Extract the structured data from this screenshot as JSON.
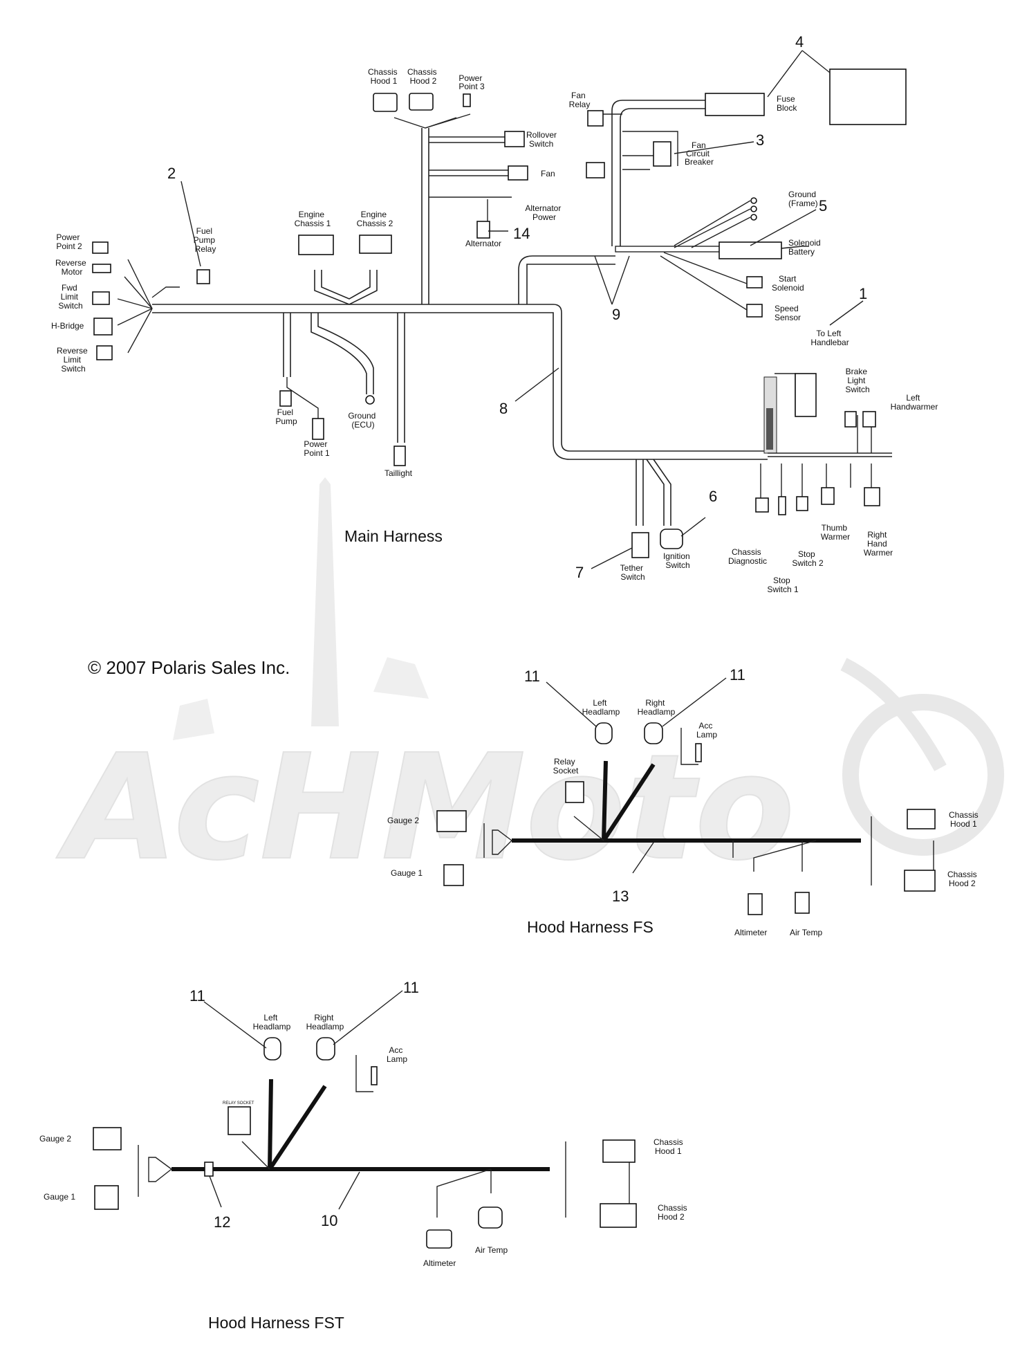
{
  "copyright": "© 2007 Polaris Sales Inc.",
  "watermark": "AcHMoto",
  "main_harness": {
    "title": "Main Harness",
    "labels": {
      "chassis_hood_1": [
        "Chassis",
        "Hood 1"
      ],
      "chassis_hood_2": [
        "Chassis",
        "Hood 2"
      ],
      "power_point_3": [
        "Power",
        "Point 3"
      ],
      "rollover_switch": [
        "Rollover",
        "Switch"
      ],
      "fan": [
        "Fan"
      ],
      "alternator_power": [
        "Alternator",
        "Power"
      ],
      "alternator": [
        "Alternator"
      ],
      "fan_relay": [
        "Fan",
        "Relay"
      ],
      "fuse_block": [
        "Fuse",
        "Block"
      ],
      "fan_circuit_breaker": [
        "Fan",
        "Circuit",
        "Breaker"
      ],
      "ground_frame": [
        "Ground",
        "(Frame)"
      ],
      "solenoid_battery": [
        "Solenoid",
        "Battery"
      ],
      "start_solenoid": [
        "Start",
        "Solenoid"
      ],
      "speed_sensor": [
        "Speed",
        "Sensor"
      ],
      "to_left_handlebar": [
        "To Left",
        "Handlebar"
      ],
      "brake_light_switch": [
        "Brake",
        "Light",
        "Switch"
      ],
      "left_handwarmer": [
        "Left",
        "Handwarmer"
      ],
      "engine_chassis_1": [
        "Engine",
        "Chassis 1"
      ],
      "engine_chassis_2": [
        "Engine",
        "Chassis 2"
      ],
      "fuel_pump_relay": [
        "Fuel",
        "Pump",
        "Relay"
      ],
      "power_point_2": [
        "Power",
        "Point 2"
      ],
      "reverse_motor": [
        "Reverse",
        "Motor"
      ],
      "fwd_limit_switch": [
        "Fwd",
        "Limit",
        "Switch"
      ],
      "h_bridge": [
        "H-Bridge"
      ],
      "reverse_limit_switch": [
        "Reverse",
        "Limit",
        "Switch"
      ],
      "fuel_pump": [
        "Fuel",
        "Pump"
      ],
      "power_point_1": [
        "Power",
        "Point 1"
      ],
      "ground_ecu": [
        "Ground",
        "(ECU)"
      ],
      "taillight": [
        "Taillight"
      ],
      "tether_switch": [
        "Tether",
        "Switch"
      ],
      "ignition_switch": [
        "Ignition",
        "Switch"
      ],
      "chassis_diagnostic": [
        "Chassis",
        "Diagnostic"
      ],
      "stop_switch_2": [
        "Stop",
        "Switch 2"
      ],
      "stop_switch_1": [
        "Stop",
        "Switch 1"
      ],
      "thumb_warmer": [
        "Thumb",
        "Warmer"
      ],
      "right_hand_warmer": [
        "Right",
        "Hand",
        "Warmer"
      ]
    },
    "callouts": {
      "c1": "1",
      "c2": "2",
      "c3": "3",
      "c4": "4",
      "c5": "5",
      "c6": "6",
      "c7": "7",
      "c8": "8",
      "c9": "9",
      "c14": "14"
    }
  },
  "hood_harness_fs": {
    "title": "Hood Harness  FS",
    "labels": {
      "left_headlamp": [
        "Left",
        "Headlamp"
      ],
      "right_headlamp": [
        "Right",
        "Headlamp"
      ],
      "acc_lamp": [
        "Acc",
        "Lamp"
      ],
      "relay_socket": [
        "Relay",
        "Socket"
      ],
      "gauge_2": [
        "Gauge 2"
      ],
      "gauge_1": [
        "Gauge 1"
      ],
      "chassis_hood_1": [
        "Chassis",
        "Hood 1"
      ],
      "chassis_hood_2": [
        "Chassis",
        "Hood 2"
      ],
      "altimeter": [
        "Altimeter"
      ],
      "air_temp": [
        "Air Temp"
      ]
    },
    "callouts": {
      "c11a": "11",
      "c11b": "11",
      "c13": "13"
    }
  },
  "hood_harness_fst": {
    "title": "Hood Harness  FST",
    "labels": {
      "left_headlamp": [
        "Left",
        "Headlamp"
      ],
      "right_headlamp": [
        "Right",
        "Headlamp"
      ],
      "acc_lamp": [
        "Acc",
        "Lamp"
      ],
      "relay_socket_mark": [
        "RELAY SOCKET"
      ],
      "gauge_2": [
        "Gauge 2"
      ],
      "gauge_1": [
        "Gauge 1"
      ],
      "chassis_hood_1": [
        "Chassis",
        "Hood 1"
      ],
      "chassis_hood_2": [
        "Chassis",
        "Hood 2"
      ],
      "altimeter": [
        "Altimeter"
      ],
      "air_temp": [
        "Air Temp"
      ]
    },
    "callouts": {
      "c11a": "11",
      "c11b": "11",
      "c12": "12",
      "c10": "10"
    }
  }
}
